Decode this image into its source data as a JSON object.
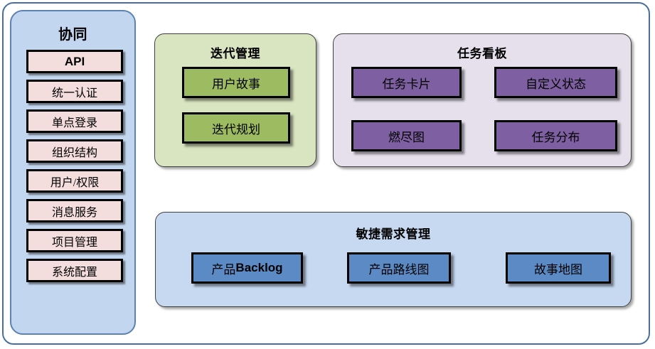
{
  "diagram": {
    "sidebar": {
      "title": "协同",
      "items": [
        {
          "label": "API",
          "style": "bold"
        },
        {
          "label": "统一认证",
          "style": "serif"
        },
        {
          "label": "单点登录",
          "style": "serif"
        },
        {
          "label": "组织结构",
          "style": "serif"
        },
        {
          "label": "用户/权限",
          "style": "serif"
        },
        {
          "label": "消息服务",
          "style": "serif"
        },
        {
          "label": "项目管理",
          "style": "serif"
        },
        {
          "label": "系统配置",
          "style": "serif"
        }
      ]
    },
    "panels": {
      "iteration": {
        "title": "迭代管理",
        "fill": "#d9e4c0",
        "nodes": [
          {
            "label": "用户故事"
          },
          {
            "label": "迭代规划"
          }
        ]
      },
      "taskboard": {
        "title": "任务看板",
        "fill": "#e5e0ec",
        "nodes": [
          {
            "label": "任务卡片"
          },
          {
            "label": "自定义状态"
          },
          {
            "label": "燃尽图"
          },
          {
            "label": "任务分布"
          }
        ]
      },
      "agile": {
        "title": "敏捷需求管理",
        "fill": "#c6d9f1",
        "nodes": [
          {
            "label": "产品Backlog",
            "cjk": "产品",
            "latin": "Backlog"
          },
          {
            "label": "产品路线图"
          },
          {
            "label": "故事地图"
          }
        ]
      }
    },
    "colors": {
      "outer_border": "#4a6f9e",
      "sidebar_fill": "#c3d6ef",
      "sidebar_border": "#5b82b3",
      "sidebar_item_fill": "#f4dedd",
      "node_green": "#9dbb61",
      "node_purple": "#7e5fa1",
      "node_blue": "#5b8ac5",
      "node_border": "#000000"
    }
  }
}
